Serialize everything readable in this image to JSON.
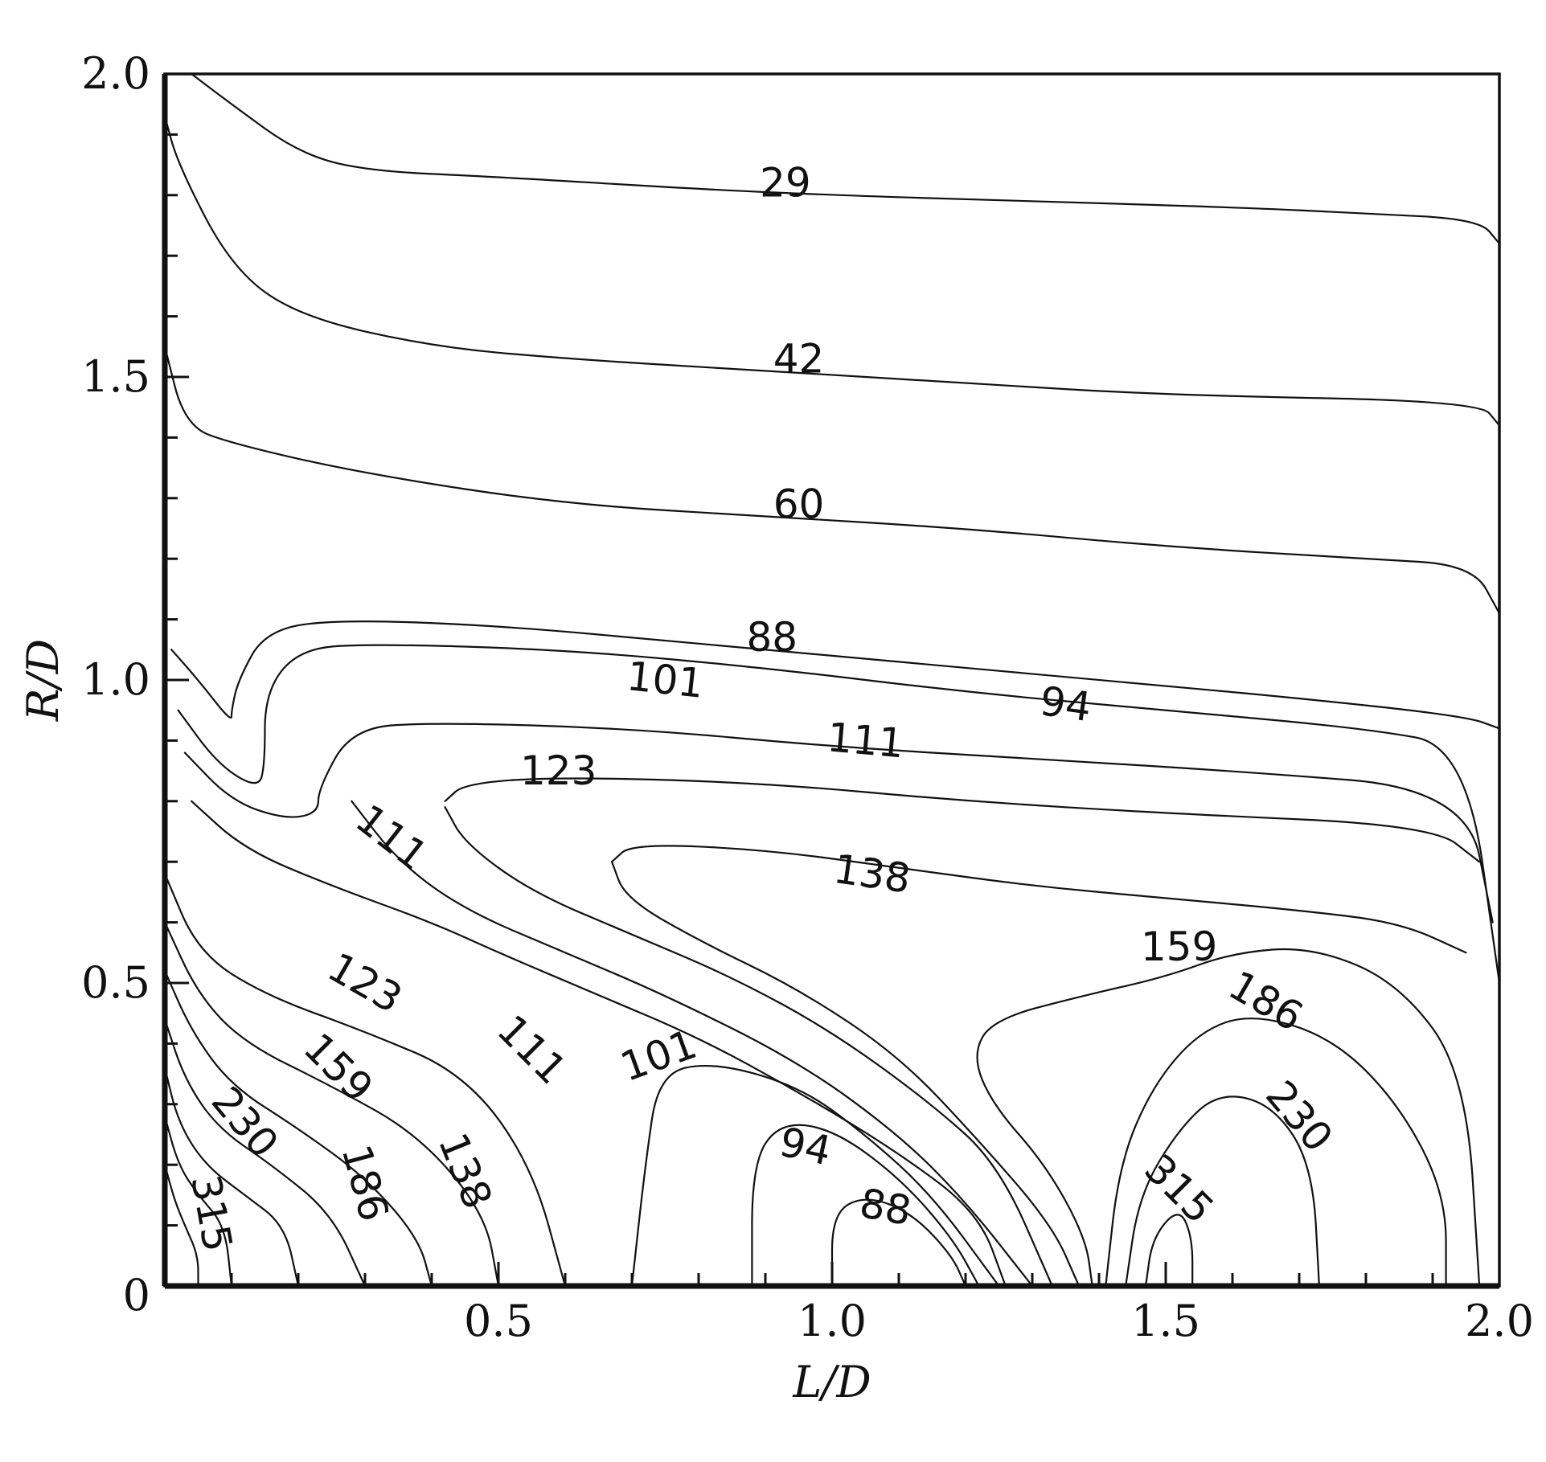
{
  "chart_data": {
    "type": "contour",
    "title": "",
    "xlabel": "L/D",
    "ylabel": "R/D",
    "xlim": [
      0,
      2.0
    ],
    "ylim": [
      0,
      2.0
    ],
    "grid": false,
    "x_ticks": [
      {
        "value": 0,
        "label": "0"
      },
      {
        "value": 0.5,
        "label": "0.5"
      },
      {
        "value": 1.0,
        "label": "1.0"
      },
      {
        "value": 1.5,
        "label": "1.5"
      },
      {
        "value": 2.0,
        "label": "2.0"
      }
    ],
    "y_ticks": [
      {
        "value": 0.5,
        "label": "0.5"
      },
      {
        "value": 1.0,
        "label": "1.0"
      },
      {
        "value": 1.5,
        "label": "1.5"
      },
      {
        "value": 2.0,
        "label": "2.0"
      }
    ],
    "contours": [
      {
        "level": "29",
        "points": [
          [
            0.04,
            2.0
          ],
          [
            0.1,
            1.95
          ],
          [
            0.2,
            1.87
          ],
          [
            0.3,
            1.84
          ],
          [
            0.5,
            1.83
          ],
          [
            0.8,
            1.81
          ],
          [
            1.0,
            1.8
          ],
          [
            1.3,
            1.79
          ],
          [
            1.6,
            1.78
          ],
          [
            1.8,
            1.77
          ],
          [
            1.97,
            1.76
          ],
          [
            2.0,
            1.72
          ]
        ]
      },
      {
        "level": "42",
        "points": [
          [
            0.0,
            1.93
          ],
          [
            0.02,
            1.85
          ],
          [
            0.1,
            1.68
          ],
          [
            0.2,
            1.6
          ],
          [
            0.4,
            1.55
          ],
          [
            0.6,
            1.53
          ],
          [
            0.9,
            1.51
          ],
          [
            1.2,
            1.49
          ],
          [
            1.5,
            1.47
          ],
          [
            1.97,
            1.46
          ],
          [
            2.0,
            1.42
          ]
        ]
      },
      {
        "level": "60",
        "points": [
          [
            0.0,
            1.55
          ],
          [
            0.03,
            1.42
          ],
          [
            0.1,
            1.39
          ],
          [
            0.3,
            1.34
          ],
          [
            0.6,
            1.29
          ],
          [
            0.9,
            1.27
          ],
          [
            1.2,
            1.25
          ],
          [
            1.5,
            1.22
          ],
          [
            1.8,
            1.2
          ],
          [
            1.96,
            1.19
          ],
          [
            2.0,
            1.11
          ]
        ]
      },
      {
        "level": "88",
        "points": [
          [
            0.01,
            1.05
          ],
          [
            0.05,
            1.0
          ],
          [
            0.1,
            0.93
          ],
          [
            0.1,
            0.95
          ],
          [
            0.11,
            1.0
          ],
          [
            0.15,
            1.08
          ],
          [
            0.25,
            1.1
          ],
          [
            0.5,
            1.09
          ],
          [
            0.8,
            1.06
          ],
          [
            1.1,
            1.03
          ],
          [
            1.4,
            1.0
          ],
          [
            1.7,
            0.97
          ],
          [
            1.95,
            0.94
          ],
          [
            2.0,
            0.92
          ]
        ]
      },
      {
        "level": "101",
        "points": [
          [
            0.02,
            0.95
          ],
          [
            0.08,
            0.86
          ],
          [
            0.14,
            0.82
          ],
          [
            0.15,
            0.86
          ],
          [
            0.15,
            0.98
          ],
          [
            0.2,
            1.05
          ],
          [
            0.3,
            1.06
          ],
          [
            0.6,
            1.05
          ],
          [
            0.9,
            1.02
          ],
          [
            1.2,
            0.98
          ],
          [
            1.5,
            0.95
          ],
          [
            1.8,
            0.92
          ],
          [
            1.95,
            0.89
          ],
          [
            2.0,
            0.5
          ]
        ]
      },
      {
        "level": "111",
        "points": [
          [
            0.03,
            0.88
          ],
          [
            0.1,
            0.8
          ],
          [
            0.18,
            0.77
          ],
          [
            0.23,
            0.78
          ],
          [
            0.23,
            0.82
          ],
          [
            0.28,
            0.92
          ],
          [
            0.4,
            0.93
          ],
          [
            0.7,
            0.92
          ],
          [
            1.0,
            0.89
          ],
          [
            1.3,
            0.87
          ],
          [
            1.6,
            0.85
          ],
          [
            1.95,
            0.82
          ],
          [
            1.99,
            0.6
          ]
        ]
      },
      {
        "level": "123",
        "points": [
          [
            0.04,
            0.8
          ],
          [
            0.12,
            0.72
          ],
          [
            0.25,
            0.66
          ],
          [
            0.4,
            0.6
          ],
          [
            0.5,
            0.55
          ],
          [
            0.65,
            0.48
          ],
          [
            0.8,
            0.41
          ],
          [
            0.95,
            0.32
          ],
          [
            1.1,
            0.22
          ],
          [
            1.22,
            0.12
          ],
          [
            1.26,
            0.0
          ]
        ]
      },
      {
        "level": "123b",
        "points": [
          [
            0.42,
            0.8
          ],
          [
            0.45,
            0.83
          ],
          [
            0.6,
            0.84
          ],
          [
            0.9,
            0.83
          ],
          [
            1.2,
            0.8
          ],
          [
            1.5,
            0.78
          ],
          [
            1.9,
            0.76
          ],
          [
            1.97,
            0.7
          ]
        ]
      },
      {
        "level": "111b",
        "points": [
          [
            0.28,
            0.8
          ],
          [
            0.35,
            0.7
          ],
          [
            0.45,
            0.62
          ],
          [
            0.6,
            0.55
          ],
          [
            0.75,
            0.48
          ],
          [
            0.95,
            0.37
          ],
          [
            1.1,
            0.25
          ],
          [
            1.2,
            0.14
          ],
          [
            1.3,
            0.0
          ]
        ]
      },
      {
        "level": "138",
        "points": [
          [
            0.42,
            0.79
          ],
          [
            0.45,
            0.73
          ],
          [
            0.55,
            0.65
          ],
          [
            0.7,
            0.58
          ],
          [
            0.85,
            0.51
          ],
          [
            1.0,
            0.42
          ],
          [
            1.15,
            0.3
          ],
          [
            1.25,
            0.2
          ],
          [
            1.33,
            0.0
          ]
        ]
      },
      {
        "level": "138b",
        "points": [
          [
            0.67,
            0.7
          ],
          [
            0.7,
            0.73
          ],
          [
            0.9,
            0.72
          ],
          [
            1.1,
            0.69
          ],
          [
            1.3,
            0.66
          ],
          [
            1.5,
            0.64
          ],
          [
            1.7,
            0.62
          ],
          [
            1.85,
            0.6
          ],
          [
            1.95,
            0.55
          ]
        ]
      },
      {
        "level": "159",
        "points": [
          [
            0.67,
            0.7
          ],
          [
            0.69,
            0.64
          ],
          [
            0.8,
            0.57
          ],
          [
            0.95,
            0.49
          ],
          [
            1.1,
            0.38
          ],
          [
            1.22,
            0.24
          ],
          [
            1.33,
            0.1
          ],
          [
            1.37,
            0.0
          ]
        ]
      },
      {
        "level": "159b",
        "points": [
          [
            1.39,
            0.0
          ],
          [
            1.38,
            0.08
          ],
          [
            1.32,
            0.2
          ],
          [
            1.24,
            0.3
          ],
          [
            1.21,
            0.38
          ],
          [
            1.24,
            0.44
          ],
          [
            1.38,
            0.48
          ],
          [
            1.5,
            0.51
          ],
          [
            1.6,
            0.55
          ],
          [
            1.72,
            0.56
          ],
          [
            1.85,
            0.5
          ],
          [
            1.95,
            0.35
          ],
          [
            1.97,
            0.0
          ]
        ]
      },
      {
        "level": "186",
        "points": [
          [
            1.41,
            0.0
          ],
          [
            1.43,
            0.2
          ],
          [
            1.48,
            0.33
          ],
          [
            1.55,
            0.42
          ],
          [
            1.63,
            0.45
          ],
          [
            1.75,
            0.41
          ],
          [
            1.85,
            0.3
          ],
          [
            1.92,
            0.15
          ],
          [
            1.92,
            0.0
          ]
        ]
      },
      {
        "level": "230",
        "points": [
          [
            1.44,
            0.0
          ],
          [
            1.46,
            0.15
          ],
          [
            1.52,
            0.26
          ],
          [
            1.58,
            0.32
          ],
          [
            1.66,
            0.3
          ],
          [
            1.72,
            0.2
          ],
          [
            1.73,
            0.0
          ]
        ]
      },
      {
        "level": "315",
        "points": [
          [
            1.47,
            0.0
          ],
          [
            1.48,
            0.08
          ],
          [
            1.52,
            0.13
          ],
          [
            1.54,
            0.08
          ],
          [
            1.54,
            0.0
          ]
        ]
      },
      {
        "level": "94",
        "points": [
          [
            0.88,
            0.0
          ],
          [
            0.88,
            0.2
          ],
          [
            0.92,
            0.27
          ],
          [
            1.0,
            0.26
          ],
          [
            1.1,
            0.18
          ],
          [
            1.18,
            0.08
          ],
          [
            1.22,
            0.0
          ]
        ]
      },
      {
        "level": "88b",
        "points": [
          [
            1.0,
            0.0
          ],
          [
            1.0,
            0.12
          ],
          [
            1.05,
            0.15
          ],
          [
            1.12,
            0.12
          ],
          [
            1.18,
            0.05
          ],
          [
            1.2,
            0.0
          ]
        ]
      },
      {
        "level": "101b",
        "points": [
          [
            0.7,
            0.0
          ],
          [
            0.72,
            0.2
          ],
          [
            0.74,
            0.35
          ],
          [
            0.82,
            0.37
          ],
          [
            0.95,
            0.33
          ],
          [
            1.05,
            0.25
          ],
          [
            1.15,
            0.15
          ],
          [
            1.25,
            0.0
          ]
        ]
      },
      {
        "level": "111c",
        "points": [
          [
            0.0,
            0.68
          ],
          [
            0.05,
            0.55
          ],
          [
            0.15,
            0.48
          ],
          [
            0.3,
            0.42
          ],
          [
            0.45,
            0.35
          ],
          [
            0.55,
            0.2
          ],
          [
            0.6,
            0.0
          ]
        ]
      },
      {
        "level": "123c",
        "points": [
          [
            0.0,
            0.6
          ],
          [
            0.05,
            0.48
          ],
          [
            0.12,
            0.4
          ],
          [
            0.25,
            0.33
          ],
          [
            0.38,
            0.25
          ],
          [
            0.48,
            0.12
          ],
          [
            0.5,
            0.0
          ]
        ]
      },
      {
        "level": "138c",
        "points": [
          [
            0.0,
            0.52
          ],
          [
            0.04,
            0.42
          ],
          [
            0.1,
            0.33
          ],
          [
            0.2,
            0.26
          ],
          [
            0.3,
            0.18
          ],
          [
            0.38,
            0.08
          ],
          [
            0.4,
            0.0
          ]
        ]
      },
      {
        "level": "159c",
        "points": [
          [
            0.0,
            0.44
          ],
          [
            0.03,
            0.34
          ],
          [
            0.08,
            0.26
          ],
          [
            0.16,
            0.2
          ],
          [
            0.25,
            0.12
          ],
          [
            0.3,
            0.0
          ]
        ]
      },
      {
        "level": "186c",
        "points": [
          [
            0.0,
            0.36
          ],
          [
            0.02,
            0.27
          ],
          [
            0.06,
            0.2
          ],
          [
            0.12,
            0.15
          ],
          [
            0.18,
            0.1
          ],
          [
            0.2,
            0.0
          ]
        ]
      },
      {
        "level": "230c",
        "points": [
          [
            0.0,
            0.28
          ],
          [
            0.02,
            0.2
          ],
          [
            0.05,
            0.15
          ],
          [
            0.09,
            0.1
          ],
          [
            0.1,
            0.0
          ]
        ]
      },
      {
        "level": "315c",
        "points": [
          [
            0.0,
            0.2
          ],
          [
            0.015,
            0.14
          ],
          [
            0.03,
            0.1
          ],
          [
            0.05,
            0.05
          ],
          [
            0.05,
            0.0
          ]
        ]
      }
    ],
    "labels": [
      {
        "text": "29",
        "x": 0.93,
        "y": 1.82,
        "rotate": 0
      },
      {
        "text": "42",
        "x": 0.95,
        "y": 1.53,
        "rotate": 0
      },
      {
        "text": "60",
        "x": 0.95,
        "y": 1.29,
        "rotate": 0
      },
      {
        "text": "88",
        "x": 0.91,
        "y": 1.07,
        "rotate": 0
      },
      {
        "text": "101",
        "x": 0.75,
        "y": 1.0,
        "rotate": 6
      },
      {
        "text": "94",
        "x": 1.35,
        "y": 0.96,
        "rotate": 8
      },
      {
        "text": "111",
        "x": 1.05,
        "y": 0.9,
        "rotate": 5
      },
      {
        "text": "123",
        "x": 0.59,
        "y": 0.85,
        "rotate": 0
      },
      {
        "text": "111",
        "x": 0.34,
        "y": 0.74,
        "rotate": 38
      },
      {
        "text": "138",
        "x": 1.06,
        "y": 0.68,
        "rotate": 8
      },
      {
        "text": "159",
        "x": 1.52,
        "y": 0.56,
        "rotate": 0
      },
      {
        "text": "186",
        "x": 1.65,
        "y": 0.47,
        "rotate": 30
      },
      {
        "text": "123",
        "x": 0.3,
        "y": 0.5,
        "rotate": 30
      },
      {
        "text": "111",
        "x": 0.55,
        "y": 0.39,
        "rotate": 45
      },
      {
        "text": "101",
        "x": 0.74,
        "y": 0.38,
        "rotate": -20
      },
      {
        "text": "159",
        "x": 0.26,
        "y": 0.36,
        "rotate": 45
      },
      {
        "text": "230",
        "x": 1.7,
        "y": 0.28,
        "rotate": 50
      },
      {
        "text": "230",
        "x": 0.12,
        "y": 0.27,
        "rotate": 50
      },
      {
        "text": "94",
        "x": 0.96,
        "y": 0.23,
        "rotate": 12
      },
      {
        "text": "138",
        "x": 0.45,
        "y": 0.19,
        "rotate": 68
      },
      {
        "text": "186",
        "x": 0.3,
        "y": 0.17,
        "rotate": 75
      },
      {
        "text": "315",
        "x": 1.52,
        "y": 0.16,
        "rotate": 45
      },
      {
        "text": "88",
        "x": 1.08,
        "y": 0.13,
        "rotate": 10
      },
      {
        "text": "315",
        "x": 0.07,
        "y": 0.12,
        "rotate": 80
      }
    ]
  }
}
